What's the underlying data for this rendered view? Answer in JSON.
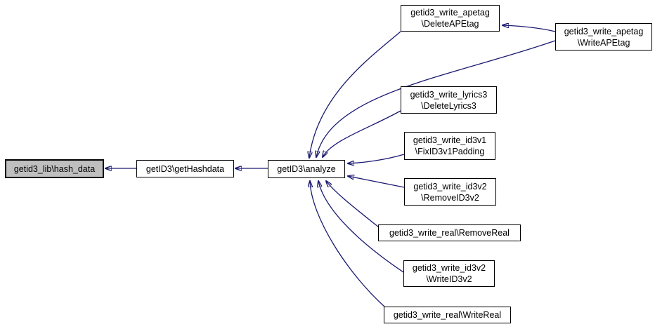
{
  "diagram": {
    "kind": "caller-graph",
    "colors": {
      "background": "#ffffff",
      "edge": "#191970",
      "node_fill": "#ffffff",
      "node_border": "#000000",
      "focus_node_fill": "#bfbfbf",
      "text": "#000000"
    },
    "nodes": [
      {
        "id": "getid3_lib-hash_data",
        "focused": true,
        "lines": [
          "getid3_lib\\hash_data"
        ]
      },
      {
        "id": "getid3-gethashdata",
        "focused": false,
        "lines": [
          "getID3\\getHashdata"
        ]
      },
      {
        "id": "getid3-analyze",
        "focused": false,
        "lines": [
          "getID3\\analyze"
        ]
      },
      {
        "id": "delete-apetag",
        "focused": false,
        "lines": [
          "getid3_write_apetag",
          "\\DeleteAPEtag"
        ]
      },
      {
        "id": "write-apetag",
        "focused": false,
        "lines": [
          "getid3_write_apetag",
          "\\WriteAPEtag"
        ]
      },
      {
        "id": "delete-lyrics3",
        "focused": false,
        "lines": [
          "getid3_write_lyrics3",
          "\\DeleteLyrics3"
        ]
      },
      {
        "id": "fix-id3v1-padding",
        "focused": false,
        "lines": [
          "getid3_write_id3v1",
          "\\FixID3v1Padding"
        ]
      },
      {
        "id": "remove-id3v2",
        "focused": false,
        "lines": [
          "getid3_write_id3v2",
          "\\RemoveID3v2"
        ]
      },
      {
        "id": "remove-real",
        "focused": false,
        "lines": [
          "getid3_write_real\\RemoveReal"
        ]
      },
      {
        "id": "write-id3v2",
        "focused": false,
        "lines": [
          "getid3_write_id3v2",
          "\\WriteID3v2"
        ]
      },
      {
        "id": "write-real",
        "focused": false,
        "lines": [
          "getid3_write_real\\WriteReal"
        ]
      }
    ],
    "edges": [
      {
        "caller": "getID3\\getHashdata",
        "callee": "getid3_lib\\hash_data"
      },
      {
        "caller": "getID3\\analyze",
        "callee": "getID3\\getHashdata"
      },
      {
        "caller": "getid3_write_apetag\\DeleteAPEtag",
        "callee": "getID3\\analyze"
      },
      {
        "caller": "getid3_write_apetag\\WriteAPEtag",
        "callee": "getid3_write_apetag\\DeleteAPEtag"
      },
      {
        "caller": "getid3_write_apetag\\WriteAPEtag",
        "callee": "getID3\\analyze"
      },
      {
        "caller": "getid3_write_lyrics3\\DeleteLyrics3",
        "callee": "getID3\\analyze"
      },
      {
        "caller": "getid3_write_id3v1\\FixID3v1Padding",
        "callee": "getID3\\analyze"
      },
      {
        "caller": "getid3_write_id3v2\\RemoveID3v2",
        "callee": "getID3\\analyze"
      },
      {
        "caller": "getid3_write_real\\RemoveReal",
        "callee": "getID3\\analyze"
      },
      {
        "caller": "getid3_write_id3v2\\WriteID3v2",
        "callee": "getID3\\analyze"
      },
      {
        "caller": "getid3_write_real\\WriteReal",
        "callee": "getID3\\analyze"
      }
    ]
  }
}
